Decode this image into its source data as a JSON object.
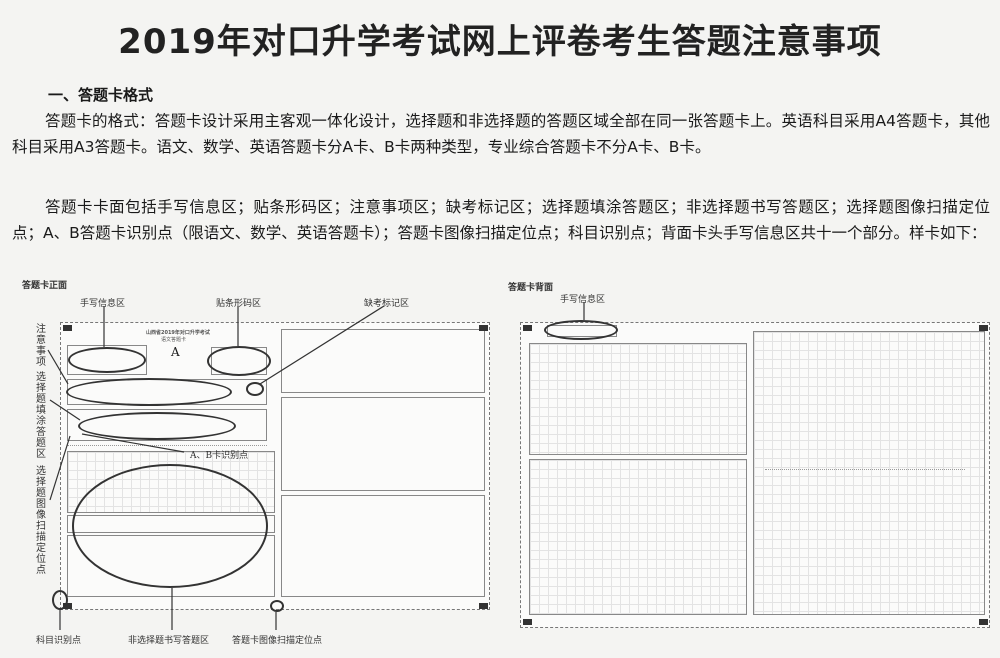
{
  "title": "2019年对口升学考试网上评卷考生答题注意事项",
  "section": {
    "heading": "一、答题卡格式"
  },
  "paragraphs": [
    "答题卡的格式：答题卡设计采用主客观一体化设计，选择题和非选择题的答题区域全部在同一张答题卡上。英语科目采用A4答题卡，其他科目采用A3答题卡。语文、数学、英语答题卡分A卡、B卡两种类型，专业综合答题卡不分A卡、B卡。",
    "答题卡卡面包括手写信息区；贴条形码区；注意事项区；缺考标记区；选择题填涂答题区；非选择题书写答题区；选择题图像扫描定位点；A、B答题卡识别点（限语文、数学、英语答题卡）；答题卡图像扫描定位点；科目识别点；背面卡头手写信息区共十一个部分。样卡如下："
  ],
  "front_card": {
    "caption": "答题卡正面",
    "header_text": "山西省2019年对口升学考试",
    "subheader_text": "语文答题卡",
    "card_type_letter": "A",
    "labels": {
      "handwritten_info": "手写信息区",
      "barcode": "贴条形码区",
      "absent_mark": "缺考标记区",
      "notice": "注意事项",
      "choice_fill": "选择题填涂答题区",
      "ab_identify": "A、B卡识别点",
      "choice_scan": "选择题图像扫描定位点",
      "subject_identify": "科目识别点",
      "non_choice": "非选择题书写答题区",
      "image_scan": "答题卡图像扫描定位点"
    }
  },
  "back_card": {
    "caption": "答题卡背面",
    "labels": {
      "handwritten_info": "手写信息区"
    }
  }
}
